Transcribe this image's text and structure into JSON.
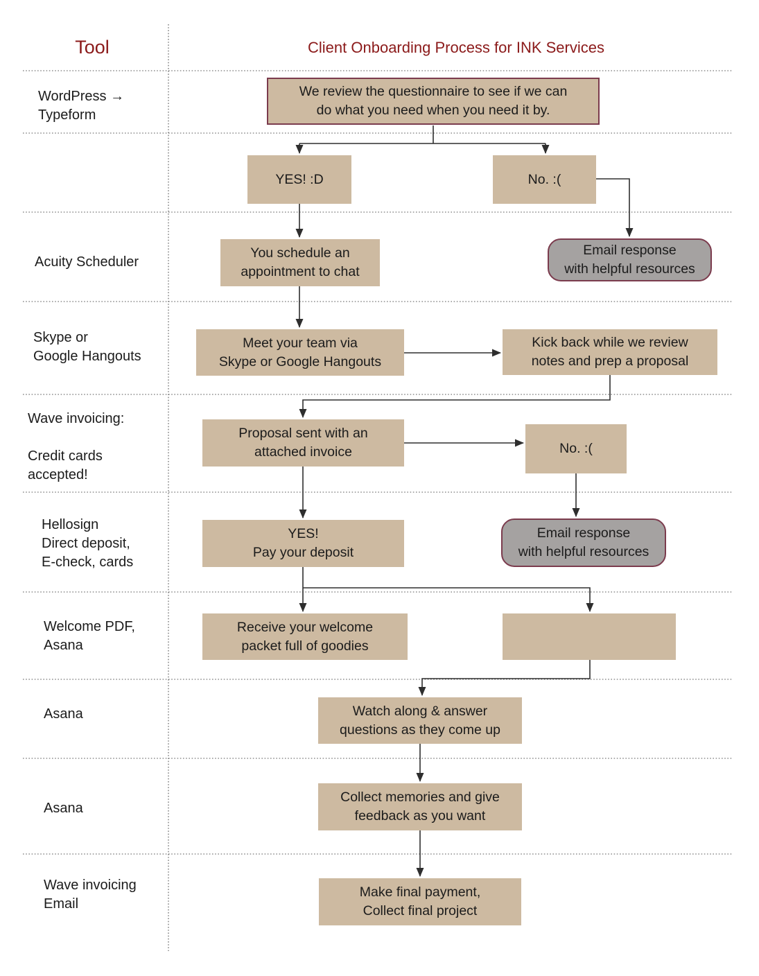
{
  "header": {
    "tool_column_title": "Tool",
    "diagram_title": "Client Onboarding Process for INK Services"
  },
  "tools": {
    "questionnaire": "WordPress →\nTypeform",
    "scheduler": "Acuity Scheduler",
    "meeting": "Skype or\nGoogle Hangouts",
    "invoicing": "Wave invoicing:\n\nCredit cards\naccepted!",
    "deposit": "Hellosign\nDirect deposit,\nE-check, cards",
    "welcome": "Welcome PDF,\nAsana",
    "watch": "Asana",
    "collect": "Asana",
    "final": "Wave invoicing\nEmail"
  },
  "nodes": {
    "review_questionnaire": "We review the questionnaire to see if we can\ndo what you need when you need it by.",
    "yes_happy": "YES! :D",
    "no_sad_1": "No. :(",
    "schedule_appointment": "You schedule an\nappointment to chat",
    "email_response_1": "Email response\nwith helpful resources",
    "meet_team": "Meet your team via\nSkype or Google Hangouts",
    "kick_back": "Kick back while we review\nnotes and prep a proposal",
    "proposal_sent": "Proposal sent with an\nattached invoice",
    "no_sad_2": "No. :(",
    "yes_pay_deposit": "YES!\nPay your deposit",
    "email_response_2": "Email response\nwith helpful resources",
    "receive_welcome_packet": "Receive your welcome\npacket full of goodies",
    "welcome_extra": "",
    "watch_along": "Watch along & answer\nquestions as they come up",
    "collect_memories": "Collect memories and give\nfeedback as you want",
    "make_final_payment": "Make final payment,\nCollect final project"
  },
  "colors": {
    "node-tan": "#cdbaa1",
    "node-gray": "#a5a2a1",
    "maroon-border": "#7b3b4d",
    "title-red": "#8b1a1a",
    "line": "#2e2e2e",
    "text": "#1b1b1b",
    "grid": "#555555"
  }
}
